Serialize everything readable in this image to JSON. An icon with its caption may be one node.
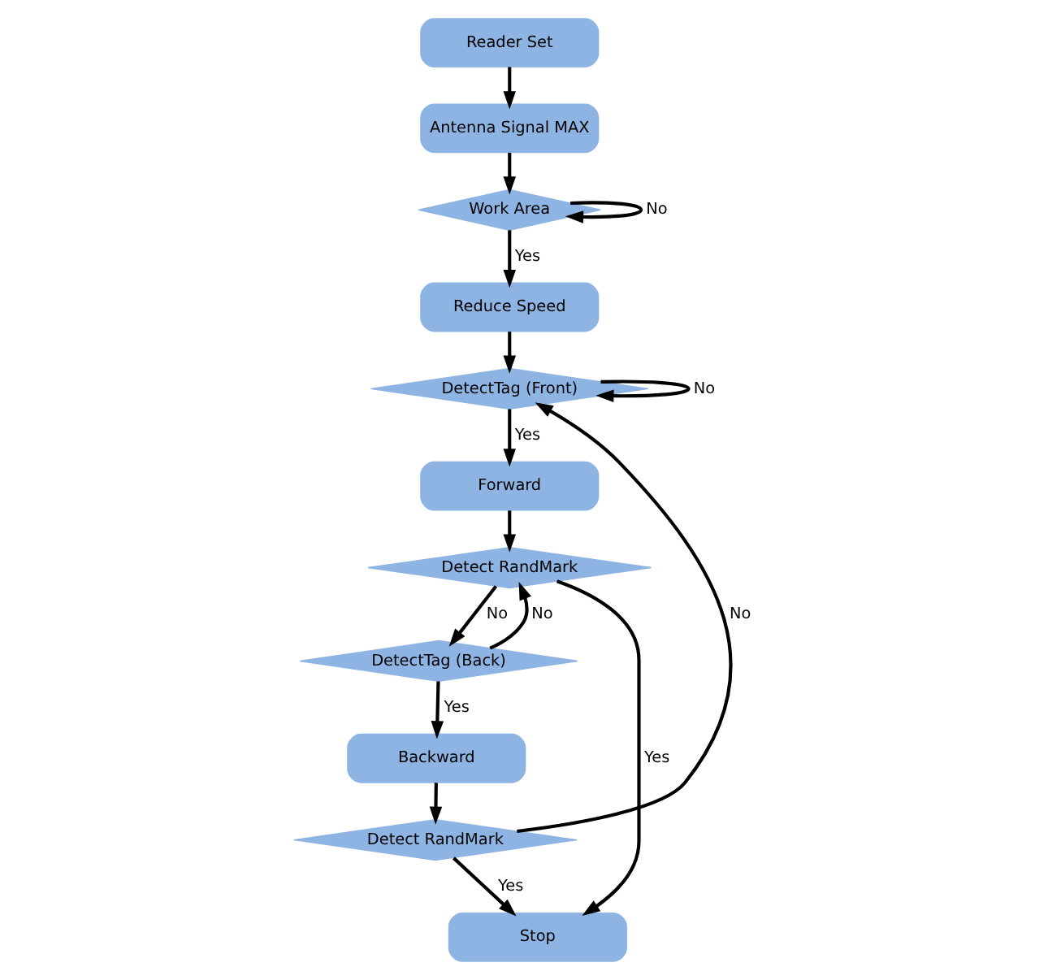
{
  "diagram": {
    "nodes": [
      {
        "text": [
          "Reader Set"
        ]
      },
      {
        "text": [
          "Antenna Signal MAX"
        ]
      },
      {
        "text": [
          "Work Area"
        ]
      },
      {
        "text": [
          "Reduce Speed"
        ]
      },
      {
        "text": [
          "DetectTag (Front)"
        ]
      },
      {
        "text": [
          "Forward"
        ]
      },
      {
        "text": [
          "Detect RandMark"
        ]
      },
      {
        "text": [
          "DetectTag (Back)"
        ]
      },
      {
        "text": [
          "Backward"
        ]
      },
      {
        "text": [
          "Detect RandMark"
        ]
      },
      {
        "text": [
          "Stop"
        ]
      }
    ],
    "edges": [
      {
        "from": 0,
        "to": 1,
        "arrow": "to"
      },
      {
        "from": 1,
        "to": 2,
        "arrow": "to"
      },
      {
        "from": 2,
        "to": 2,
        "arrow": "to",
        "label": "No"
      },
      {
        "from": 2,
        "to": 3,
        "arrow": "to",
        "label": "Yes"
      },
      {
        "from": 3,
        "to": 4,
        "arrow": "to"
      },
      {
        "from": 4,
        "to": 4,
        "arrow": "to",
        "label": "No"
      },
      {
        "from": 4,
        "to": 5,
        "arrow": "to",
        "label": "Yes"
      },
      {
        "from": 5,
        "to": 6,
        "arrow": "to"
      },
      {
        "from": 6,
        "to": 7,
        "arrow": "to",
        "label": "No"
      },
      {
        "from": 7,
        "to": 6,
        "arrow": "to",
        "label": "No"
      },
      {
        "from": 7,
        "to": 8,
        "arrow": "to",
        "label": "Yes"
      },
      {
        "from": 8,
        "to": 9,
        "arrow": "to"
      },
      {
        "from": 9,
        "to": 4,
        "arrow": "to",
        "label": "No"
      },
      {
        "from": 6,
        "to": 10,
        "arrow": "to",
        "label": "Yes"
      },
      {
        "from": 9,
        "to": 10,
        "arrow": "to",
        "label": "Yes"
      }
    ]
  }
}
